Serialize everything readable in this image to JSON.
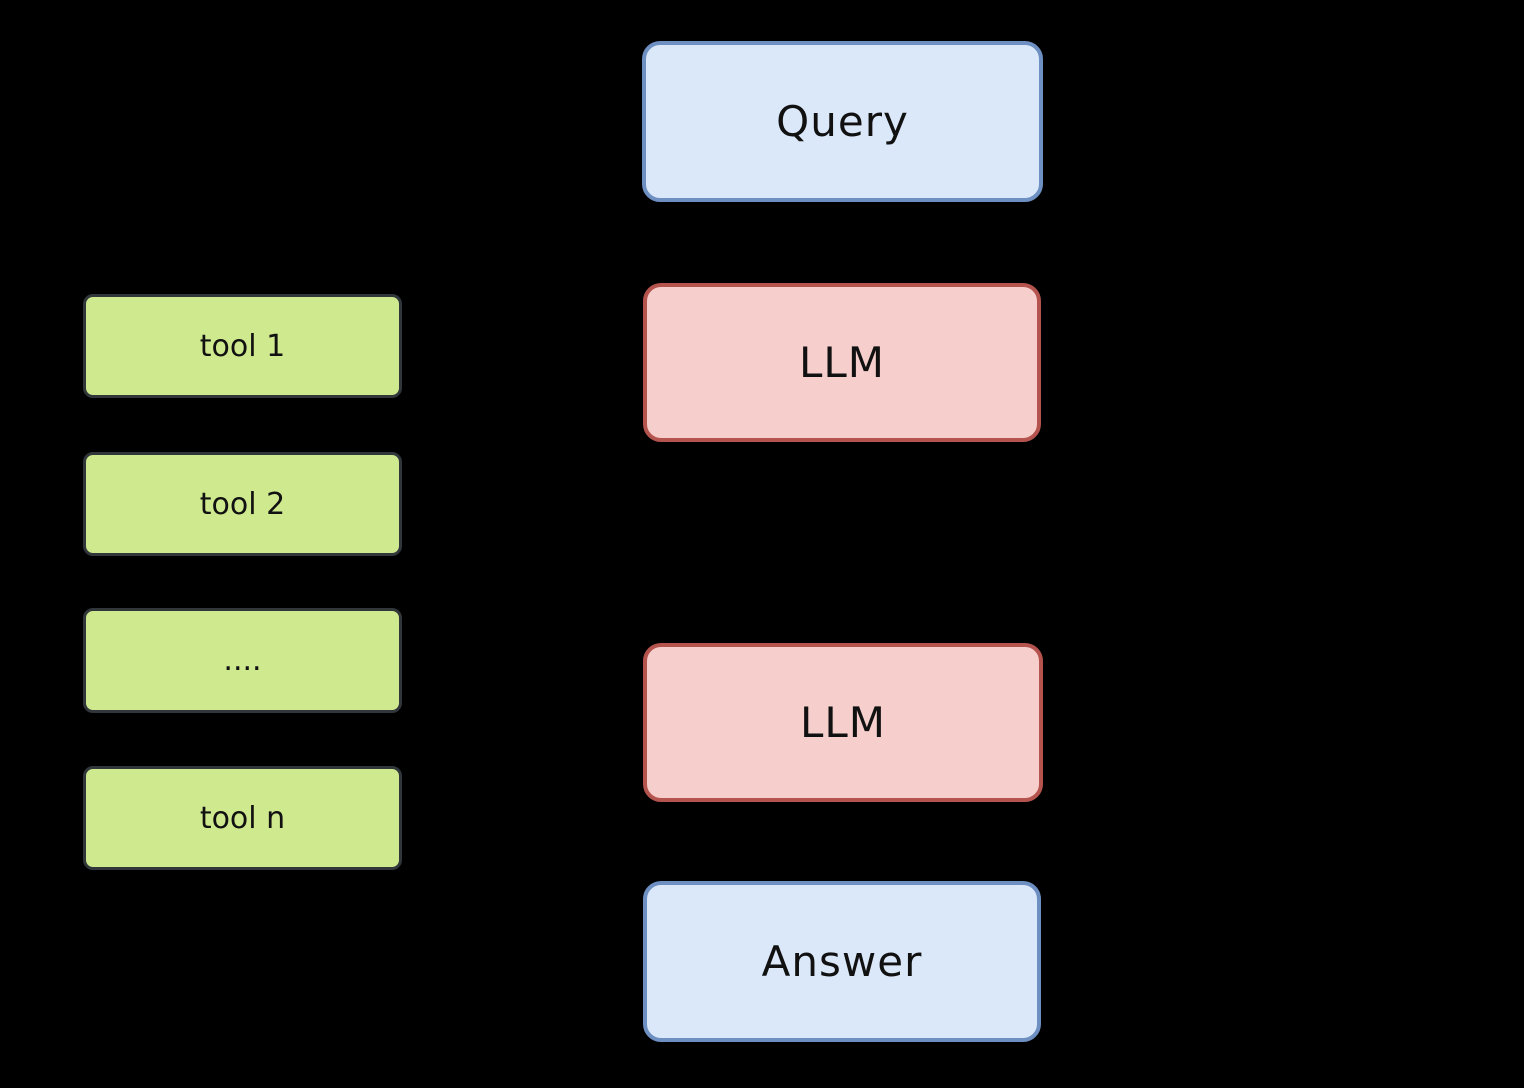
{
  "diagram": {
    "background_color": "#000000",
    "text_color": "#111111",
    "colors": {
      "blue_fill": "#dbe8fa",
      "blue_stroke": "#6d8fc1",
      "pink_fill": "#f6cfcc",
      "pink_stroke": "#b5544e",
      "green_fill": "#cfe98e",
      "green_stroke": "#31363b"
    },
    "nodes": {
      "query": {
        "label": "Query",
        "color_role": "blue"
      },
      "llm_top": {
        "label": "LLM",
        "color_role": "pink"
      },
      "llm_bottom": {
        "label": "LLM",
        "color_role": "pink"
      },
      "answer": {
        "label": "Answer",
        "color_role": "blue"
      },
      "tool_1": {
        "label": "tool 1",
        "color_role": "green"
      },
      "tool_2": {
        "label": "tool 2",
        "color_role": "green"
      },
      "tool_dots": {
        "label": "....",
        "color_role": "green"
      },
      "tool_n": {
        "label": "tool n",
        "color_role": "green"
      }
    }
  }
}
